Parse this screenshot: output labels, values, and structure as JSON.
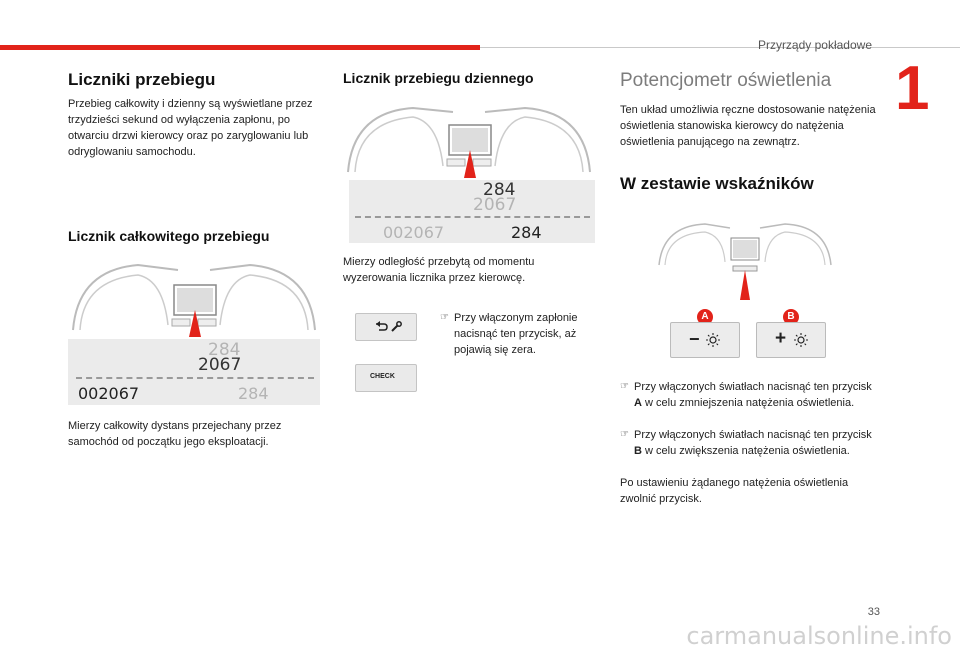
{
  "header": {
    "running_title": "Przyrządy pokładowe",
    "chapter_number": "1"
  },
  "col1": {
    "title": "Liczniki przebiegu",
    "intro": "Przebieg całkowity i dzienny są wyświetlane przez trzydzieści sekund od wyłączenia zapłonu, po otwarciu drzwi kierowcy oraz po zaryglowaniu lub odryglowaniu samochodu.",
    "sub_title": "Licznik całkowitego przebiegu",
    "fig_trip_top": "284",
    "fig_total_mid": "2067",
    "fig_total": "002067",
    "fig_trip": "284",
    "caption": "Mierzy całkowity dystans przejechany przez samochód od początku jego eksploatacji."
  },
  "col2": {
    "title": "Licznik przebiegu dziennego",
    "fig_trip_top": "284",
    "fig_total_mid": "2067",
    "fig_total": "002067",
    "fig_trip": "284",
    "caption": "Mierzy odległość przebytą od momentu wyzerowania licznika przez kierowcę.",
    "bullet": "Przy włączonym zapłonie nacisnąć ten przycisk, aż pojawią się zera.",
    "check_label": "CHECK"
  },
  "col3": {
    "title": "Potencjometr oświetlenia",
    "intro": "Ten układ umożliwia ręczne dostosowanie natężenia oświetlenia stanowiska kierowcy do natężenia oświetlenia panującego na zewnątrz.",
    "sub_title": "W zestawie wskaźników",
    "label_a": "A",
    "label_b": "B",
    "minus": "−",
    "plus": "+",
    "bullet_a_pre": "Przy włączonych światłach nacisnąć ten przycisk ",
    "bullet_a_key": "A",
    "bullet_a_post": " w celu zmniejszenia natężenia oświetlenia.",
    "bullet_b_pre": "Przy włączonych światłach nacisnąć ten przycisk ",
    "bullet_b_key": "B",
    "bullet_b_post": " w celu zwiększenia natężenia oświetlenia.",
    "closing": "Po ustawieniu żądanego natężenia oświetlenia zwolnić przycisk."
  },
  "footer": {
    "page_number": "33",
    "watermark": "carmanualsonline.info"
  },
  "colors": {
    "accent": "#e2231a",
    "panel_bg": "#ebebeb"
  }
}
